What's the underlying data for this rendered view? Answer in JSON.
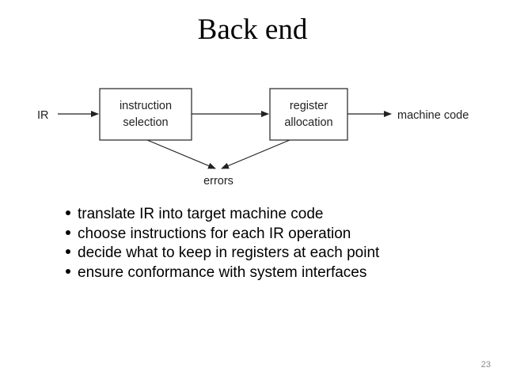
{
  "slide": {
    "title": "Back end",
    "page_number": "23"
  },
  "diagram": {
    "input_label": "IR",
    "box1_line1": "instruction",
    "box1_line2": "selection",
    "box2_line1": "register",
    "box2_line2": "allocation",
    "output_label": "machine code",
    "errors_label": "errors"
  },
  "bullets": [
    "translate IR into target machine code",
    "choose instructions for each IR operation",
    "decide what to keep in registers at each point",
    "ensure conformance with system interfaces"
  ]
}
